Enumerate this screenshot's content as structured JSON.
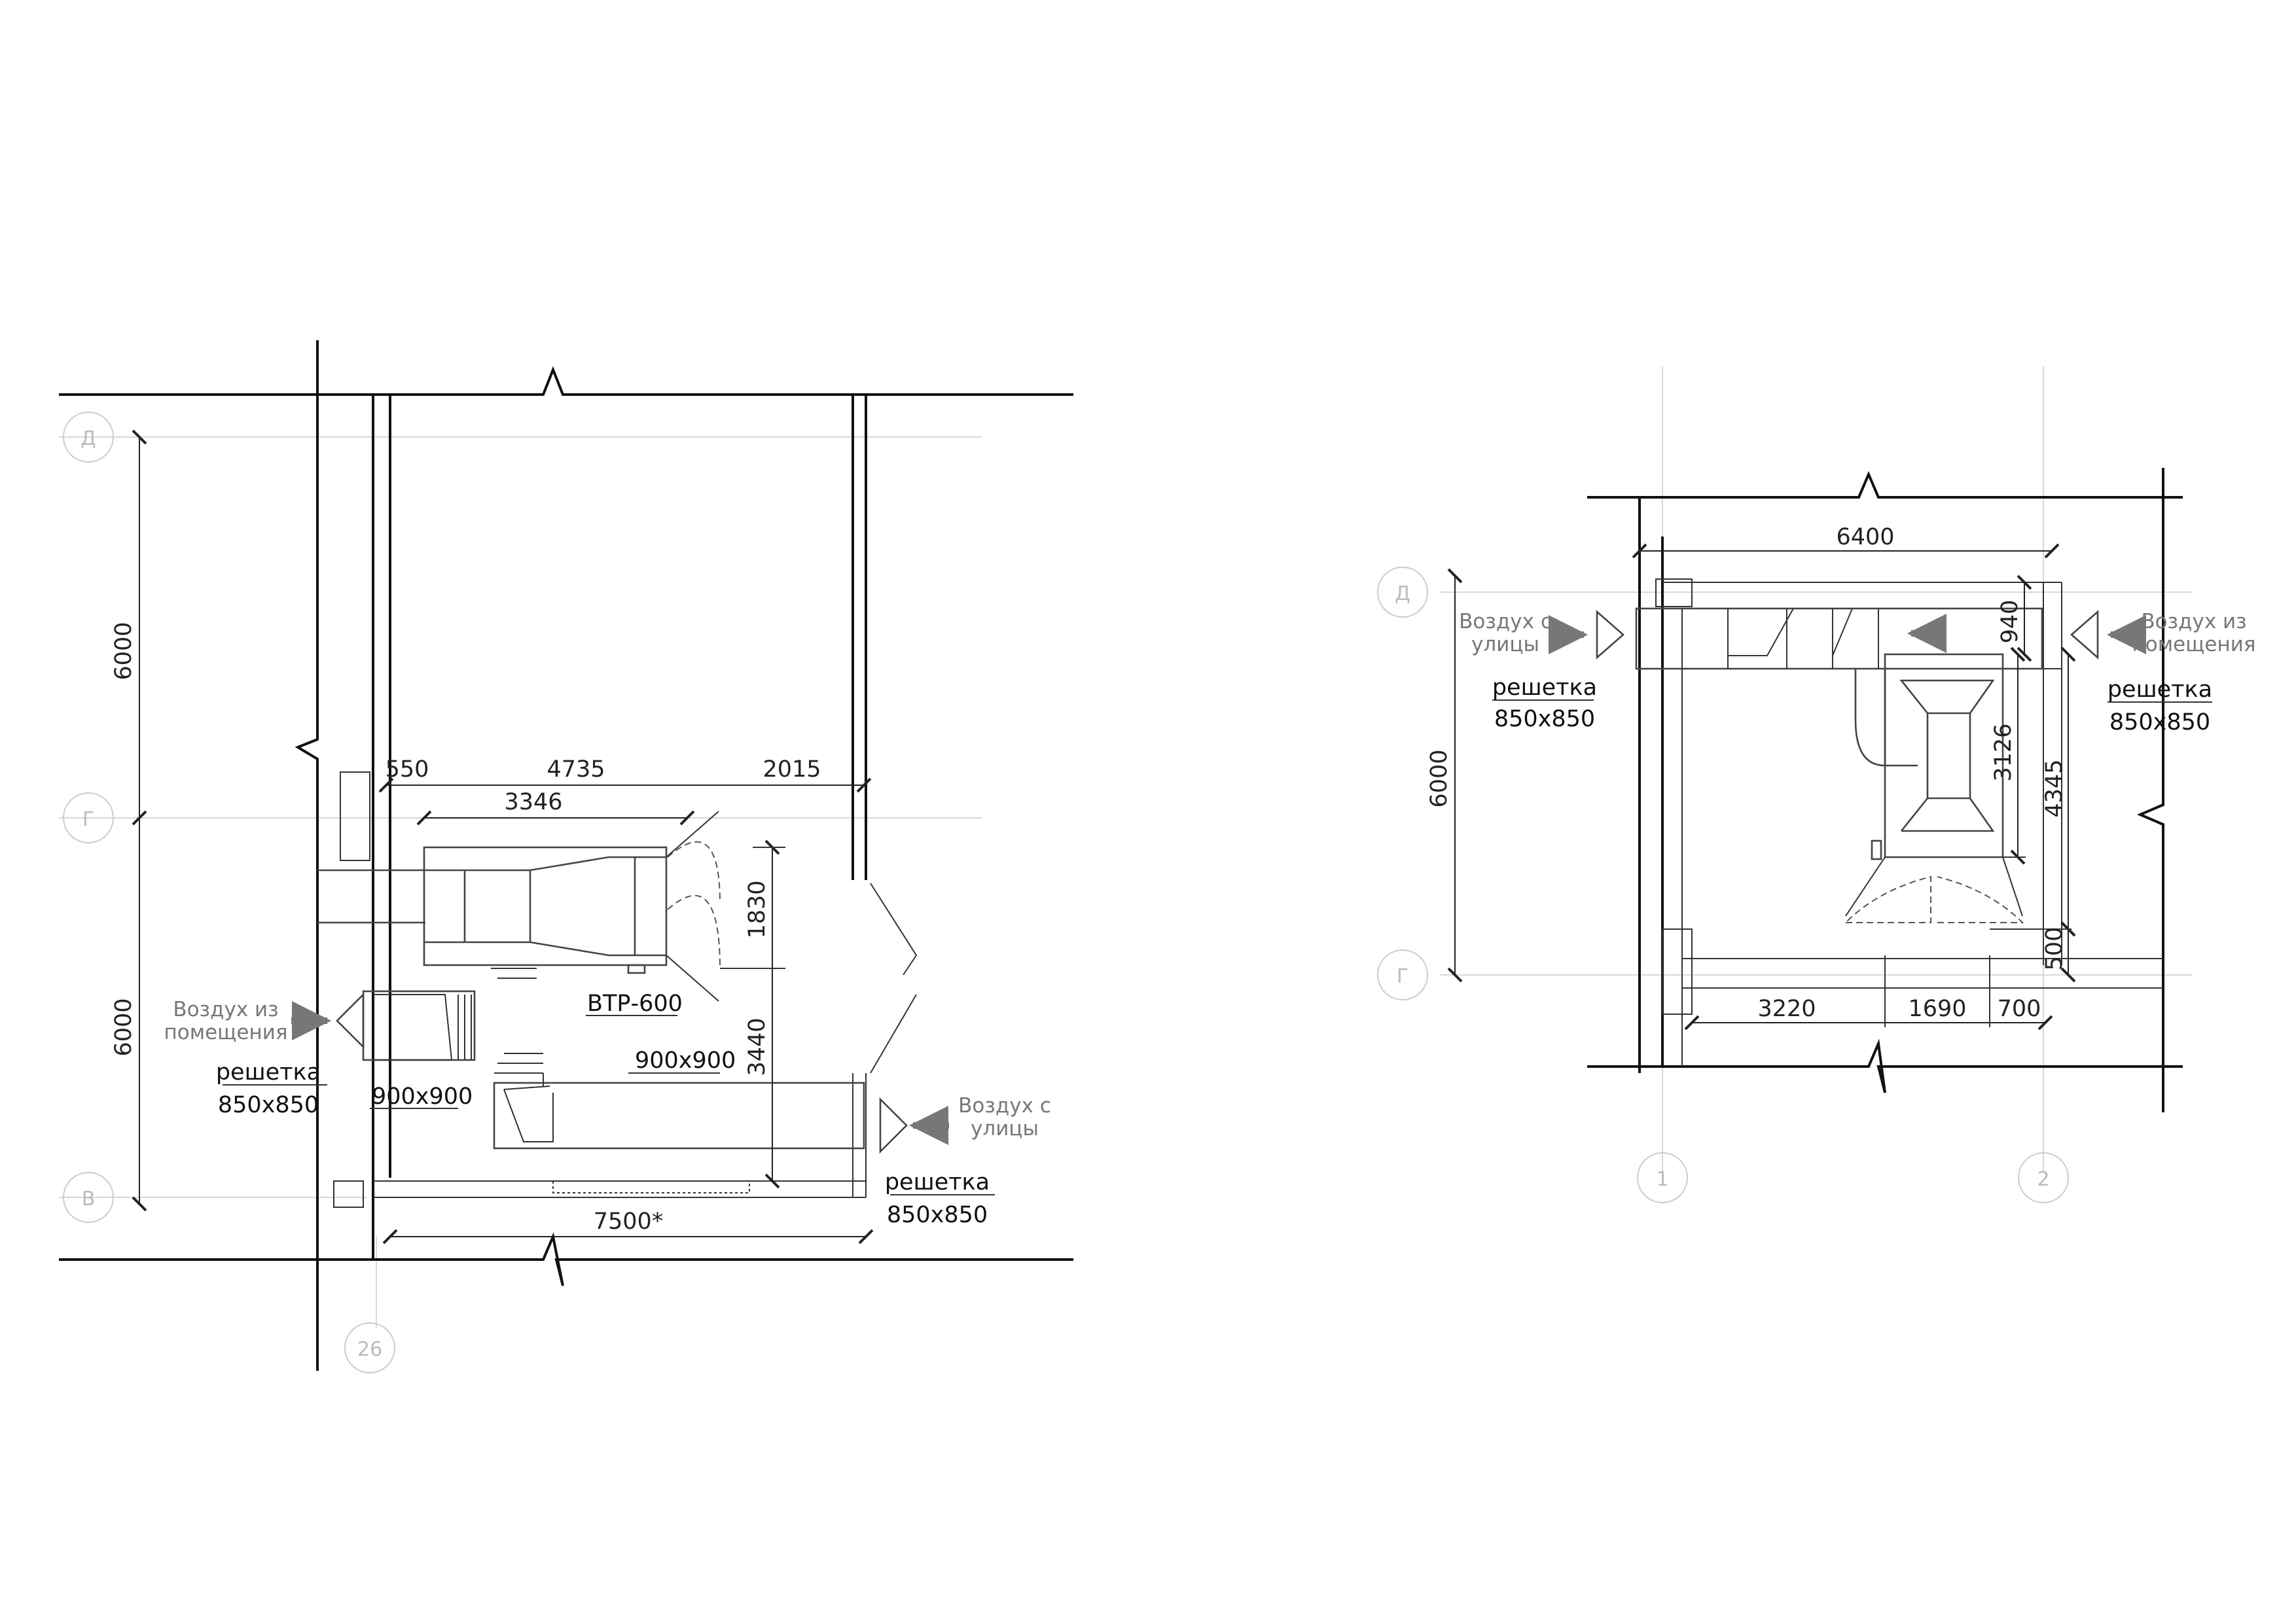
{
  "plan_left": {
    "axes": {
      "d": "Д",
      "g": "Г",
      "v": "В",
      "col": "26"
    },
    "dims": {
      "h_top": "6000",
      "h_bottom": "6000",
      "d550": "550",
      "d4735": "4735",
      "d2015": "2015",
      "d3346": "3346",
      "d1830": "1830",
      "d3440": "3440",
      "d7500": "7500*"
    },
    "labels": {
      "unit": "ВТР-600",
      "duct_a": "900х900",
      "duct_b": "900х900"
    },
    "intake_room": {
      "line1": "Воздух из",
      "line2": "помещения",
      "grille": "решетка",
      "size": "850х850"
    },
    "intake_street": {
      "line1": "Воздух с",
      "line2": "улицы",
      "grille": "решетка",
      "size": "850х850"
    }
  },
  "plan_right": {
    "axes": {
      "d": "Д",
      "g": "Г",
      "c1": "1",
      "c2": "2"
    },
    "dims": {
      "d6400": "6400",
      "d940": "940",
      "d3126": "3126",
      "d4345": "4345",
      "d500": "500",
      "d6000": "6000",
      "d3220": "3220",
      "d1690": "1690",
      "d700": "700"
    },
    "intake_street": {
      "line1": "Воздух с",
      "line2": "улицы",
      "grille": "решетка",
      "size": "850х850"
    },
    "intake_room": {
      "line1": "Воздух из",
      "line2": "помещения",
      "grille": "решетка",
      "size": "850х850"
    }
  }
}
